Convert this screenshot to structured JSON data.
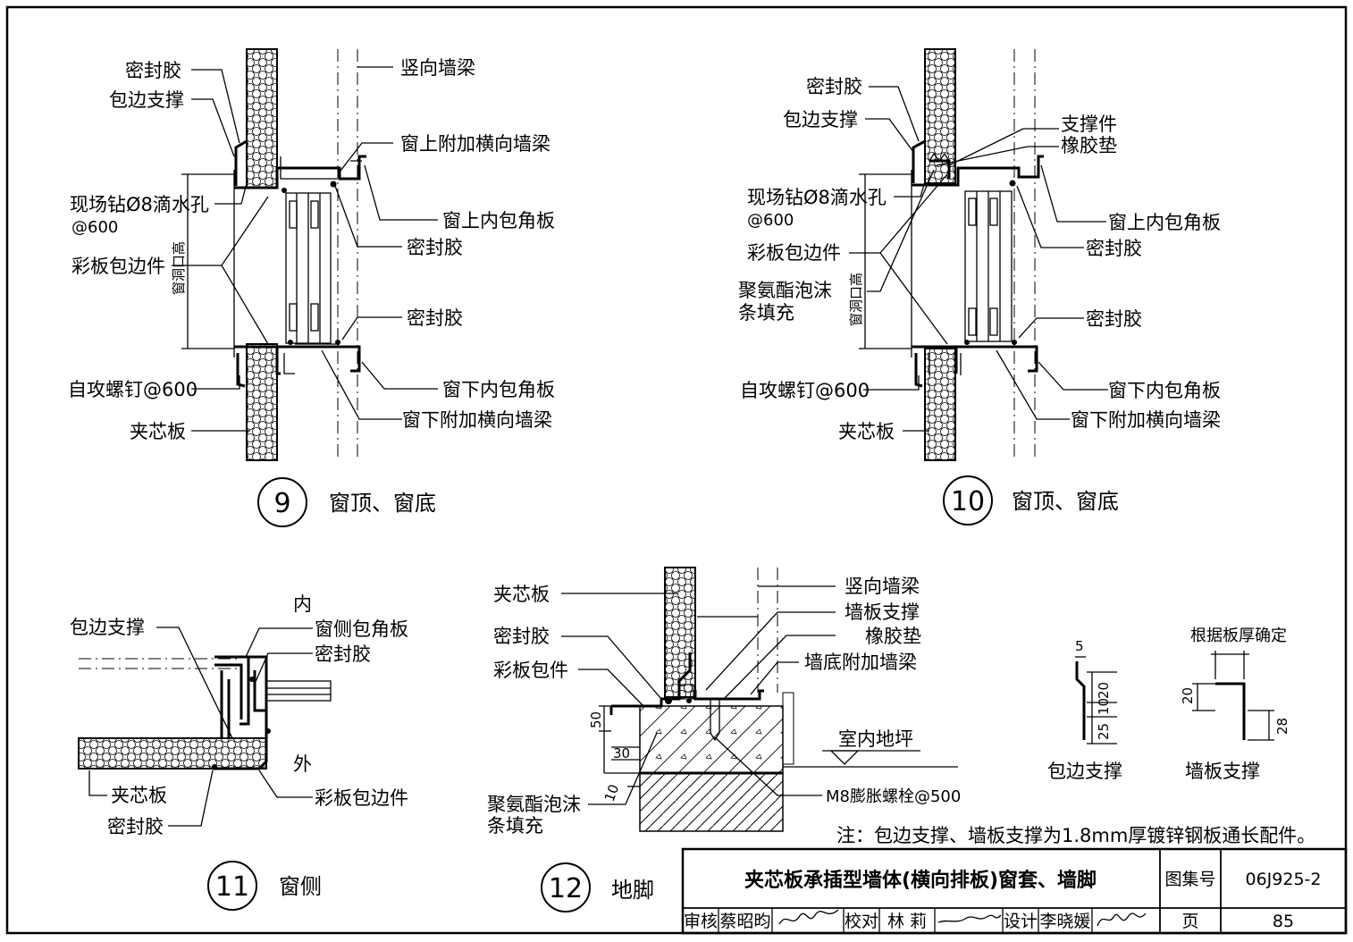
{
  "details": {
    "d9": {
      "number": "9",
      "caption": "窗顶、窗底",
      "labels": {
        "sealant_top": "密封胶",
        "edge_support": "包边支撑",
        "drain_hole_1": "现场钻Ø8滴水孔",
        "drain_hole_2": "@600",
        "color_plate_trim": "彩板包边件",
        "screw": "自攻螺钉@600",
        "sandwich_panel": "夹芯板",
        "vertical_beam": "竖向墙梁",
        "upper_beam": "窗上附加横向墙梁",
        "upper_corner": "窗上内包角板",
        "sealant_r1": "密封胶",
        "sealant_r2": "密封胶",
        "lower_corner": "窗下内包角板",
        "lower_beam": "窗下附加横向墙梁",
        "opening_height": "窗洞口高"
      }
    },
    "d10": {
      "number": "10",
      "caption": "窗顶、窗底",
      "labels": {
        "sealant_top": "密封胶",
        "edge_support": "包边支撑",
        "drain_hole_1": "现场钻Ø8滴水孔",
        "drain_hole_2": "@600",
        "color_plate_trim": "彩板包边件",
        "pu_foam_1": "聚氨酯泡沫",
        "pu_foam_2": "条填充",
        "screw": "自攻螺钉@600",
        "sandwich_panel": "夹芯板",
        "support": "支撑件",
        "rubber_pad": "橡胶垫",
        "upper_corner": "窗上内包角板",
        "sealant_r1": "密封胶",
        "sealant_r2": "密封胶",
        "lower_corner": "窗下内包角板",
        "lower_beam": "窗下附加横向墙梁",
        "opening_height": "窗洞口高"
      }
    },
    "d11": {
      "number": "11",
      "caption": "窗侧",
      "labels": {
        "inside": "内",
        "outside": "外",
        "edge_support": "包边支撑",
        "side_corner": "窗侧包角板",
        "sealant_r": "密封胶",
        "sandwich_panel": "夹芯板",
        "sealant_b": "密封胶",
        "color_plate_trim": "彩板包边件"
      }
    },
    "d12": {
      "number": "12",
      "caption": "地脚",
      "labels": {
        "sandwich_panel": "夹芯板",
        "sealant": "密封胶",
        "color_plate_trim": "彩板包件",
        "pu_foam_1": "聚氨酯泡沫",
        "pu_foam_2": "条填充",
        "vertical_beam": "竖向墙梁",
        "panel_support": "墙板支撑",
        "rubber_pad": "橡胶垫",
        "base_beam": "墙底附加墙梁",
        "floor": "室内地坪",
        "anchor_bolt": "M8膨胀螺栓@500",
        "dim_50": "50",
        "dim_30": "30",
        "dim_10": "10"
      }
    },
    "profiles": {
      "edge_support_caption": "包边支撑",
      "panel_support_caption": "墙板支撑",
      "by_thickness": "根据板厚确定",
      "dim_5": "5",
      "dim_20a": "20",
      "dim_10": "10",
      "dim_25": "25",
      "dim_20b": "20",
      "dim_28": "28"
    }
  },
  "note": "注：包边支撑、墙板支撑为1.8mm厚镀锌钢板通长配件。",
  "title_block": {
    "title": "夹芯板承插型墙体(横向排板)窗套、墙脚",
    "atlas_label": "图集号",
    "atlas_no": "06J925-2",
    "review_label": "审核",
    "reviewer": "蔡昭昀",
    "check_label": "校对",
    "checker": "林  莉",
    "design_label": "设计",
    "designer": "李晓媛",
    "page_label": "页",
    "page_no": "85"
  }
}
